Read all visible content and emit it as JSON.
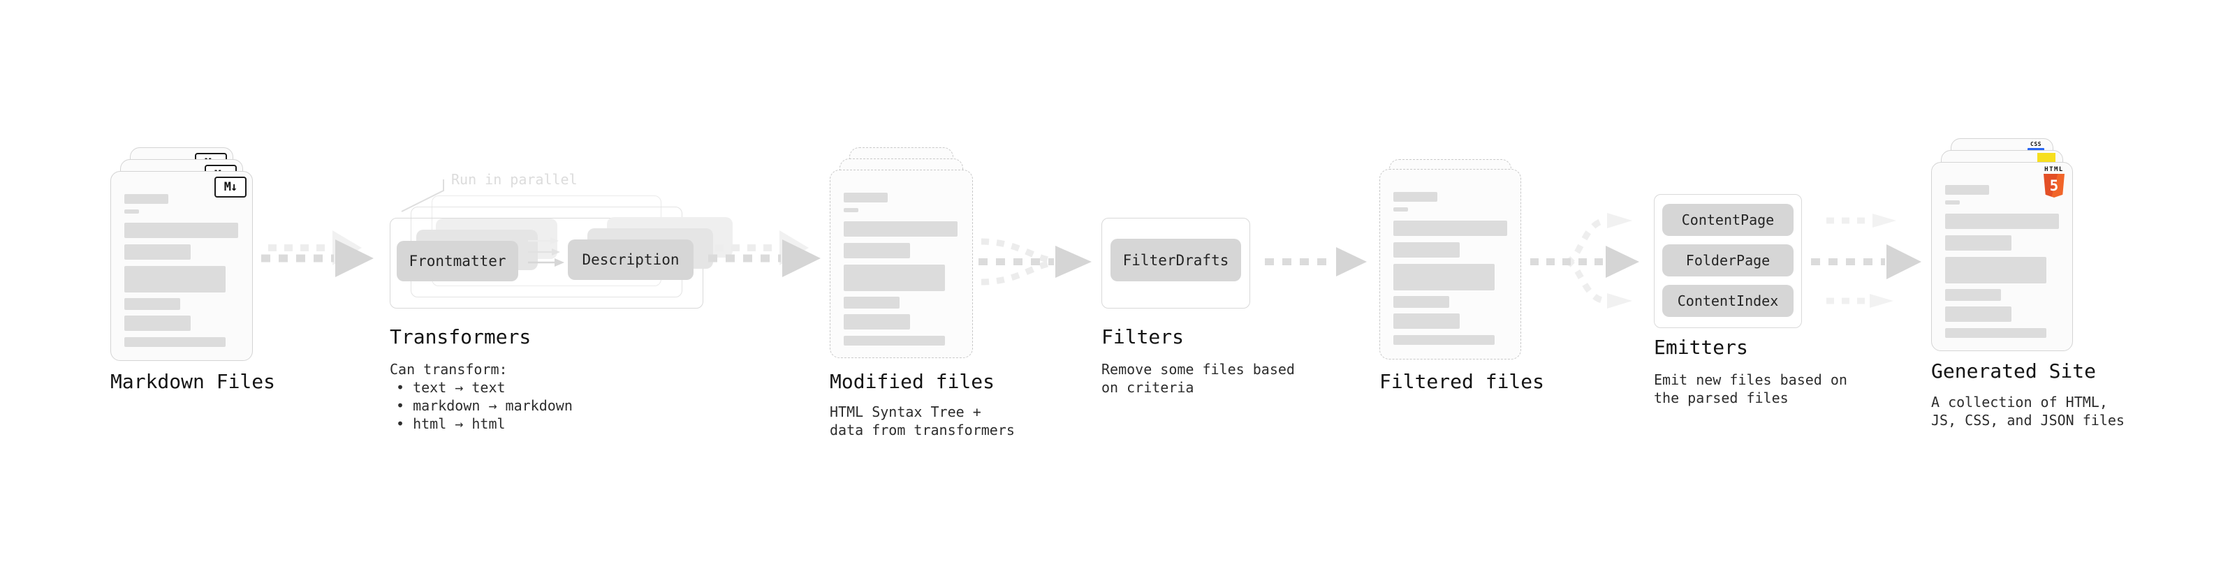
{
  "stages": [
    {
      "id": "markdown-files",
      "title": "Markdown Files"
    },
    {
      "id": "transformers",
      "title": "Transformers",
      "annotation": "Run in parallel",
      "pills": [
        "Frontmatter",
        "Description"
      ],
      "description_lines": [
        "Can transform:",
        "• text → text",
        "• markdown → markdown",
        "• html → html"
      ]
    },
    {
      "id": "modified-files",
      "title": "Modified files",
      "description_lines": [
        "HTML Syntax Tree +",
        "data from transformers"
      ]
    },
    {
      "id": "filters",
      "title": "Filters",
      "pills": [
        "FilterDrafts"
      ],
      "description_lines": [
        "Remove some files based",
        "on criteria"
      ]
    },
    {
      "id": "filtered-files",
      "title": "Filtered files"
    },
    {
      "id": "emitters",
      "title": "Emitters",
      "pills": [
        "ContentPage",
        "FolderPage",
        "ContentIndex"
      ],
      "description_lines": [
        "Emit new files based on",
        "the parsed files"
      ]
    },
    {
      "id": "generated-site",
      "title": "Generated Site",
      "description_lines": [
        "A collection of HTML,",
        "JS, CSS, and JSON files"
      ]
    }
  ],
  "icons": {
    "markdown": {
      "name": "markdown-icon",
      "text": "M↓"
    },
    "html5": {
      "name": "html5-icon",
      "label": "HTML",
      "digit": "5"
    },
    "js": {
      "name": "js-icon"
    },
    "css": {
      "name": "css-icon",
      "label": "CSS"
    }
  },
  "colors": {
    "html5_orange": "#e34f26",
    "html5_orange_light": "#f16529",
    "js_yellow": "#f7df1e",
    "css_blue": "#2965f1",
    "markdown_black": "#1a1a1a",
    "pill_gray": "#d6d6d6",
    "arrow_gray": "#d5d5d5",
    "annotation_gray": "#dcdcdc"
  }
}
